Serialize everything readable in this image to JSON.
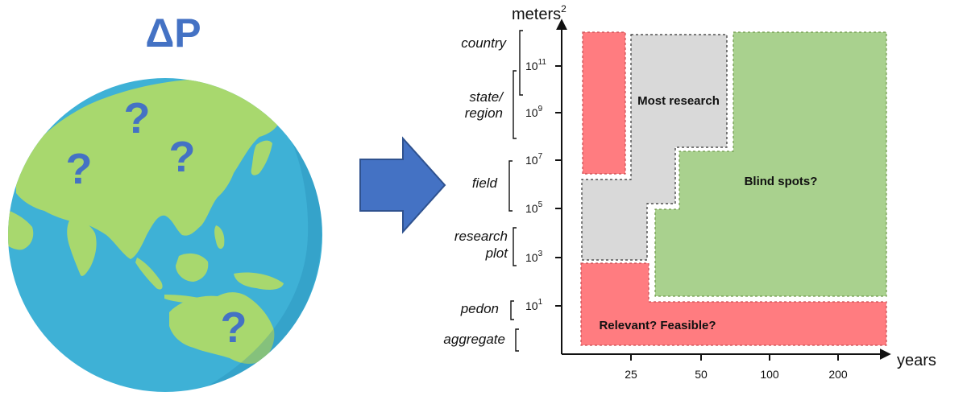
{
  "globe": {
    "title": "ΔP",
    "marks": [
      "?",
      "?",
      "?",
      "?"
    ],
    "title_color": "#4472c4",
    "ocean_color": "#3eb1d6",
    "land_color": "#a8d86e"
  },
  "arrow_color": "#4472c4",
  "chart": {
    "y_axis_title": "meters",
    "y_axis_title_exp": "2",
    "x_axis_title": "years",
    "y_ticks": [
      {
        "base": "10",
        "exp": "11"
      },
      {
        "base": "10",
        "exp": "9"
      },
      {
        "base": "10",
        "exp": "7"
      },
      {
        "base": "10",
        "exp": "5"
      },
      {
        "base": "10",
        "exp": "3"
      },
      {
        "base": "10",
        "exp": "1"
      }
    ],
    "x_ticks": [
      "25",
      "50",
      "100",
      "200"
    ],
    "scale_labels": [
      {
        "lines": [
          "country"
        ]
      },
      {
        "lines": [
          "state/",
          "region"
        ]
      },
      {
        "lines": [
          "field"
        ]
      },
      {
        "lines": [
          "research",
          "plot"
        ]
      },
      {
        "lines": [
          "pedon"
        ]
      },
      {
        "lines": [
          "aggregate"
        ]
      }
    ],
    "regions": {
      "most_research": {
        "label": "Most research",
        "color": "#d9d9d9"
      },
      "blind_spots": {
        "label": "Blind spots?",
        "color": "#a9d18e"
      },
      "relevant_feasible": {
        "label": "Relevant? Feasible?",
        "color": "#ff7c80"
      }
    }
  }
}
